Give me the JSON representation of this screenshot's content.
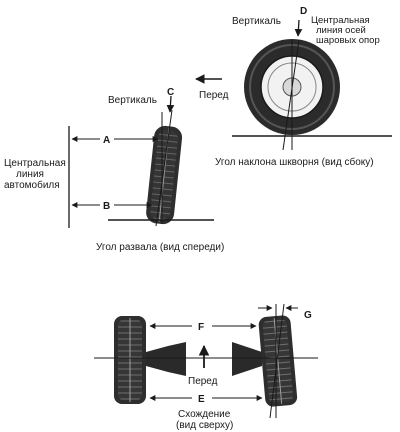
{
  "caster": {
    "vertical_label": "Вертикаль",
    "marker": "D",
    "ball_joint_axis_line1": "Центральная",
    "ball_joint_axis_line2": "линия осей",
    "ball_joint_axis_line3": "шаровых опор",
    "direction_label": "Перед",
    "caption": "Угол наклона шкворня (вид сбоку)"
  },
  "camber": {
    "vertical_label": "Вертикаль",
    "marker_c": "C",
    "marker_a": "A",
    "marker_b": "B",
    "vehicle_centerline_line1": "Центральная",
    "vehicle_centerline_line2": "линия",
    "vehicle_centerline_line3": "автомобиля",
    "caption": "Угол развала (вид спереди)"
  },
  "toe": {
    "marker_f": "F",
    "marker_g": "G",
    "marker_e": "E",
    "direction_label": "Перед",
    "caption_line1": "Схождение",
    "caption_line2": "(вид сверху)"
  }
}
